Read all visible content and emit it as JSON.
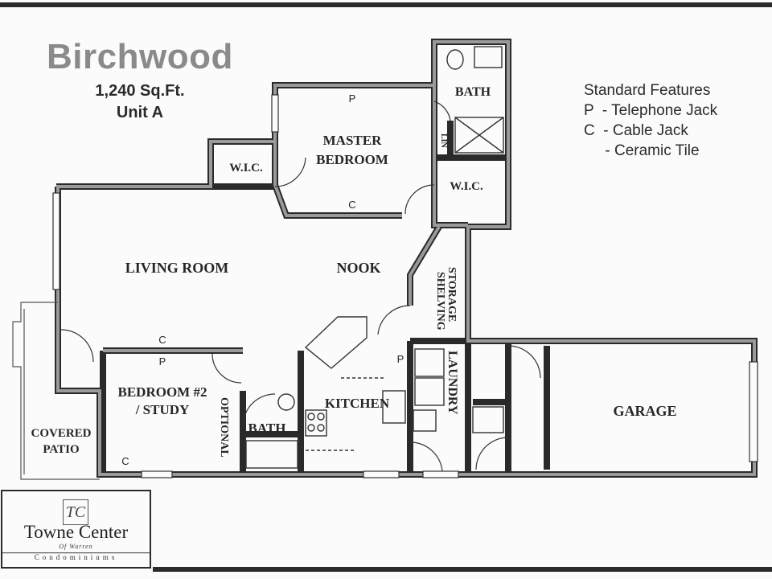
{
  "header": {
    "plan_name": "Birchwood",
    "square_feet": "1,240 Sq.Ft.",
    "unit": "Unit A"
  },
  "legend": {
    "title": "Standard Features",
    "items": [
      "P  - Telephone Jack",
      "C  - Cable Jack",
      "     - Ceramic Tile"
    ]
  },
  "rooms": {
    "master_bedroom_line1": "MASTER",
    "master_bedroom_line2": "BEDROOM",
    "bath_master": "BATH",
    "wic_left": "W.I.C.",
    "wic_right": "W.I.C.",
    "lin": "LIN",
    "living_room": "LIVING ROOM",
    "nook": "NOOK",
    "storage_line1": "STORAGE",
    "storage_line2": "SHELVING",
    "bedroom2_line1": "BEDROOM #2",
    "bedroom2_line2": "/ STUDY",
    "optional": "OPTIONAL",
    "bath_hall": "BATH",
    "kitchen": "KITCHEN",
    "laundry": "LAUNDRY",
    "garage": "GARAGE",
    "covered_patio_line1": "COVERED",
    "covered_patio_line2": "PATIO"
  },
  "jacks": {
    "phone_master": "P",
    "cable_master": "C",
    "cable_living": "C",
    "phone_bed2": "P",
    "cable_bed2": "C",
    "phone_kitchen": "P"
  },
  "logo": {
    "mark": "TC",
    "name": "Towne Center",
    "sub": "Of Warren",
    "tagline": "Condominiums"
  },
  "colors": {
    "wall": "#8c8c8c",
    "wall_outline": "#2a2a2a",
    "title_gray": "#8a8a8a",
    "ink": "#262626"
  }
}
